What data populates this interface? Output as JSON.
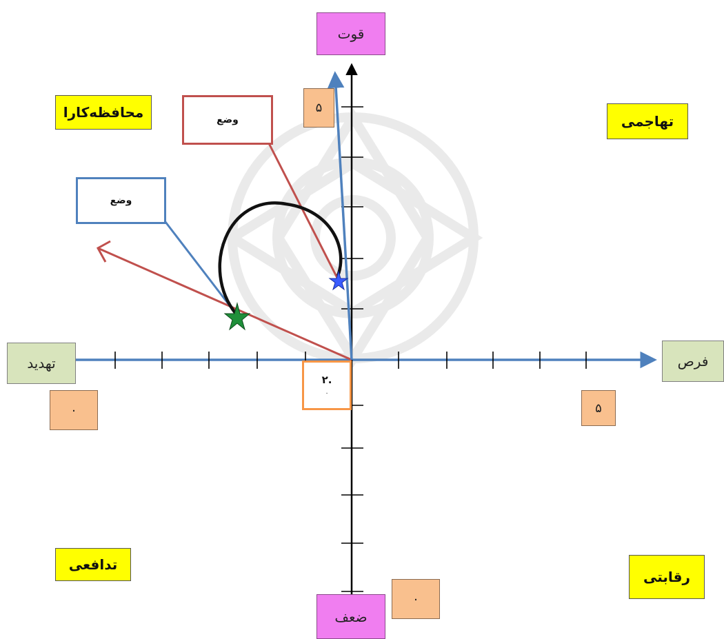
{
  "axes": {
    "opportunity_label": "فرص",
    "threat_label": "تهدید",
    "strength_label": "قوت",
    "weakness_label": "ضعف"
  },
  "quadrants": {
    "aggressive": "تهاجمی",
    "conservative": "محافظه‌کارا",
    "defensive": "تدافعی",
    "competitive": "رقابتی"
  },
  "values": {
    "strength_max": "۵",
    "opportunity_max": "۵",
    "threat_zero": "۰",
    "weakness_zero": "۰",
    "origin_value": "۲.",
    "origin_sub": "۰"
  },
  "callouts": {
    "red_status": "وضع",
    "blue_status": "وضع"
  },
  "colors": {
    "axis": "#4f81bd",
    "red_arrow": "#c0504d",
    "blue_arrow": "#4f81bd",
    "rotation_arc": "#111111",
    "star_green": "#1f8f3a",
    "star_blue": "#3a5cff"
  }
}
